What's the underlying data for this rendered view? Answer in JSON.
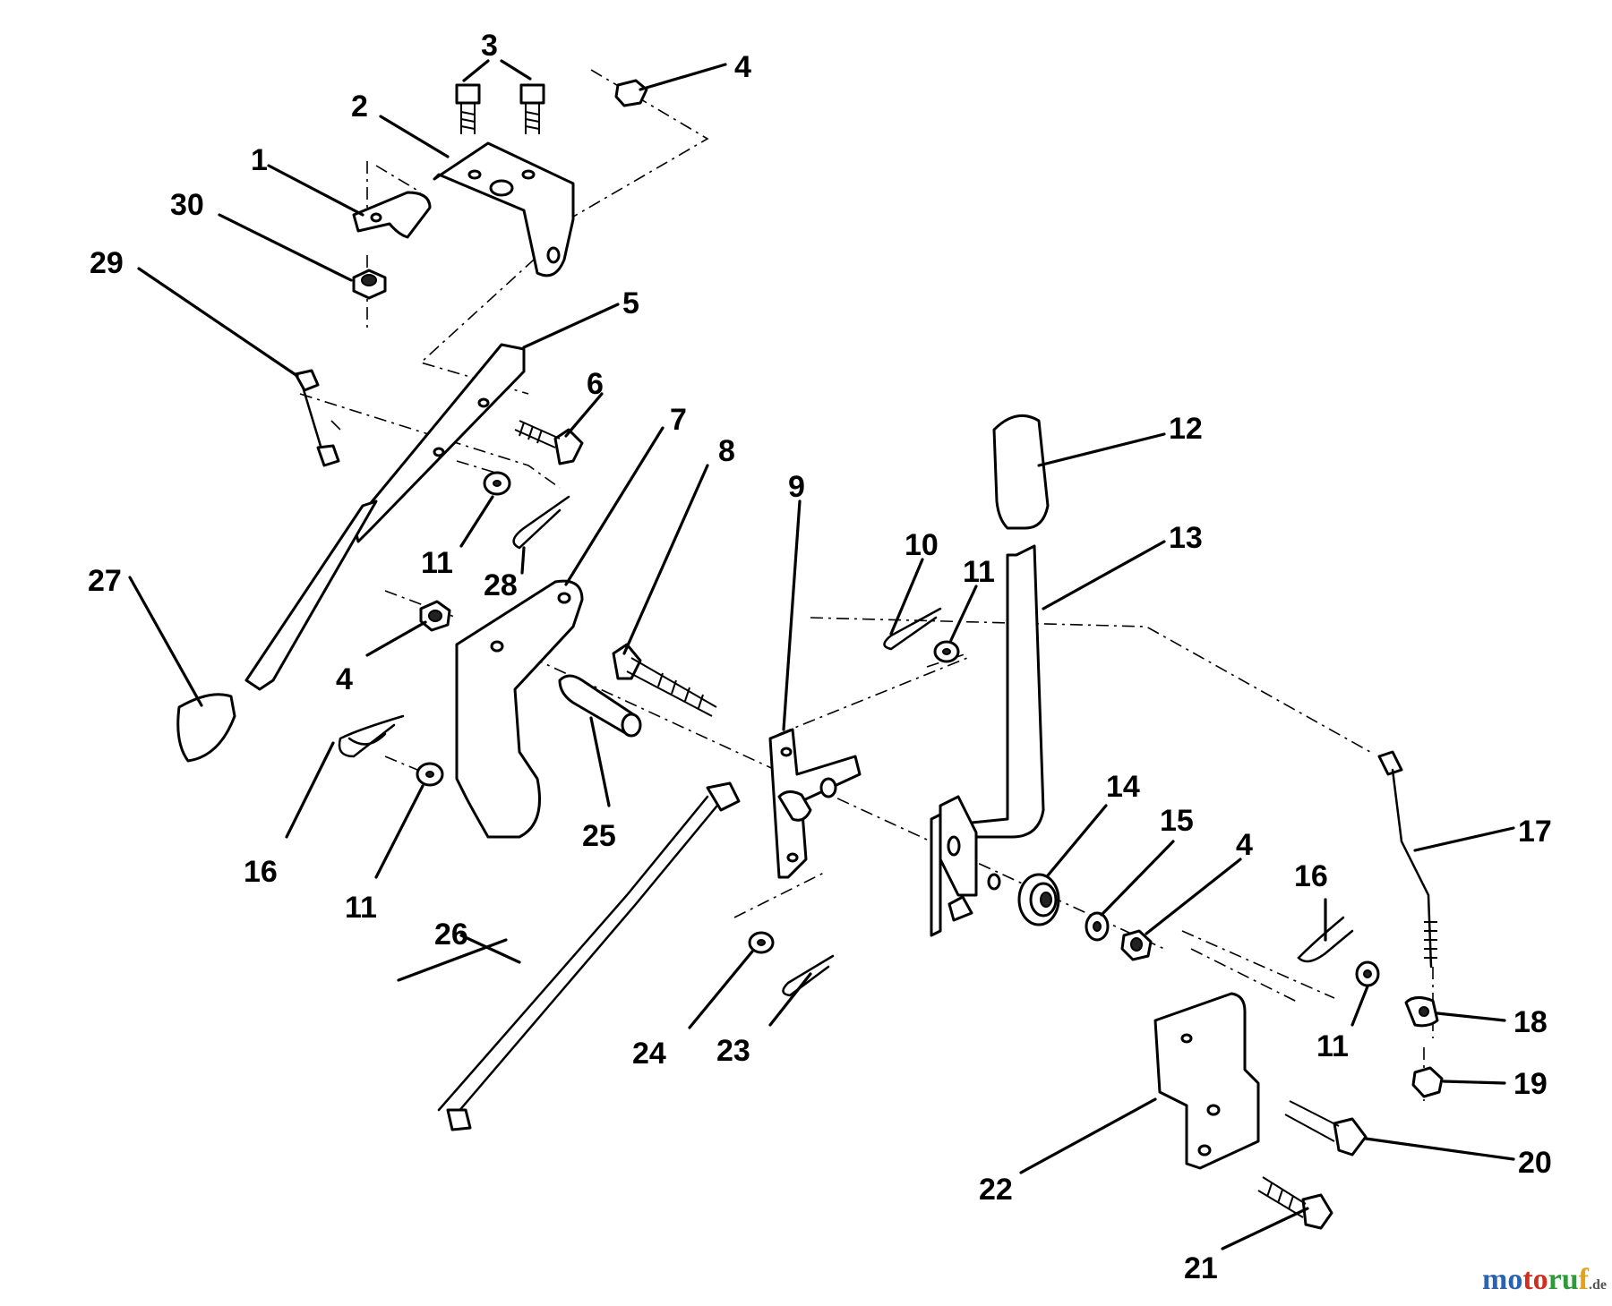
{
  "callouts": [
    {
      "id": "c1",
      "label": "1"
    },
    {
      "id": "c2",
      "label": "2"
    },
    {
      "id": "c3",
      "label": "3"
    },
    {
      "id": "c4a",
      "label": "4"
    },
    {
      "id": "c5",
      "label": "5"
    },
    {
      "id": "c6",
      "label": "6"
    },
    {
      "id": "c7",
      "label": "7"
    },
    {
      "id": "c8",
      "label": "8"
    },
    {
      "id": "c9",
      "label": "9"
    },
    {
      "id": "c10",
      "label": "10"
    },
    {
      "id": "c11a",
      "label": "11"
    },
    {
      "id": "c11b",
      "label": "11"
    },
    {
      "id": "c11c",
      "label": "11"
    },
    {
      "id": "c11d",
      "label": "11"
    },
    {
      "id": "c12",
      "label": "12"
    },
    {
      "id": "c13",
      "label": "13"
    },
    {
      "id": "c14",
      "label": "14"
    },
    {
      "id": "c15",
      "label": "15"
    },
    {
      "id": "c4b",
      "label": "4"
    },
    {
      "id": "c4c",
      "label": "4"
    },
    {
      "id": "c16a",
      "label": "16"
    },
    {
      "id": "c16b",
      "label": "16"
    },
    {
      "id": "c17",
      "label": "17"
    },
    {
      "id": "c18",
      "label": "18"
    },
    {
      "id": "c19",
      "label": "19"
    },
    {
      "id": "c20",
      "label": "20"
    },
    {
      "id": "c21",
      "label": "21"
    },
    {
      "id": "c22",
      "label": "22"
    },
    {
      "id": "c23",
      "label": "23"
    },
    {
      "id": "c24",
      "label": "24"
    },
    {
      "id": "c25",
      "label": "25"
    },
    {
      "id": "c26",
      "label": "26"
    },
    {
      "id": "c27",
      "label": "27"
    },
    {
      "id": "c28",
      "label": "28"
    },
    {
      "id": "c29",
      "label": "29"
    },
    {
      "id": "c30",
      "label": "30"
    }
  ],
  "watermark": {
    "part1": "mo",
    "part2": "to",
    "part3": "ru",
    "part4": "f",
    "suffix": ".de"
  }
}
